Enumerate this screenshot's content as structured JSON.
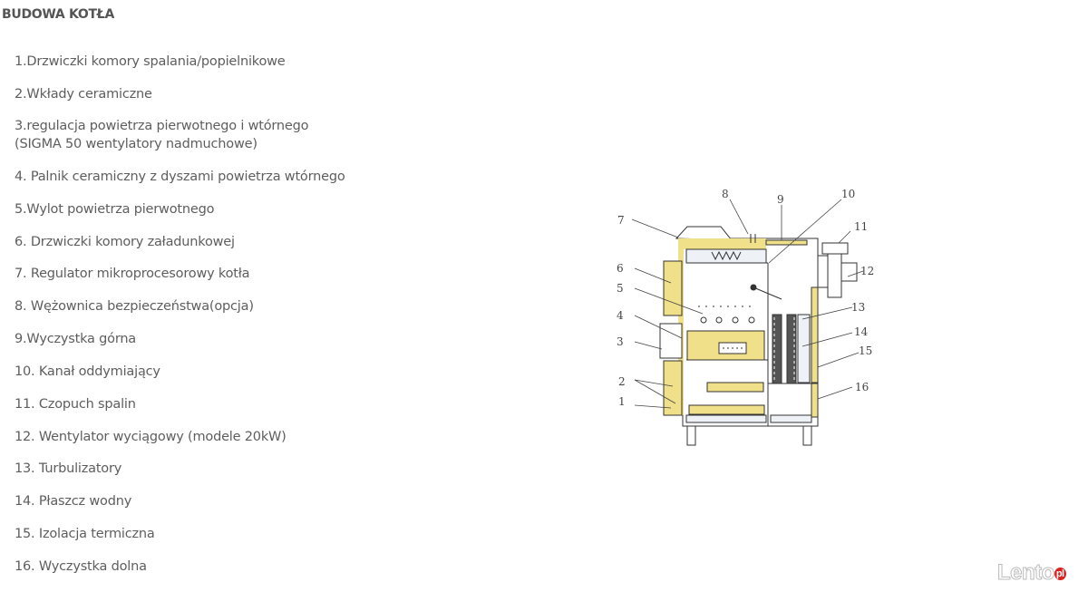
{
  "heading": "BUDOWA KOTŁA",
  "items": [
    "1.Drzwiczki komory spalania/popielnikowe",
    "2.Wkłady ceramiczne",
    "3.regulacja powietrza pierwotnego i wtórnego",
    "(SIGMA 50 wentylatory nadmuchowe)",
    "4. Palnik ceramiczny z dyszami powietrza wtórnego",
    "5.Wylot powietrza pierwotnego",
    "6. Drzwiczki komory załadunkowej",
    "7. Regulator mikroprocesorowy kotła",
    "8. Wężownica bezpieczeństwa(opcja)",
    "9.Wyczystka górna",
    "10. Kanał oddymiający",
    "11. Czopuch spalin",
    "12. Wentylator wyciągowy (modele 20kW)",
    "13. Turbulizatory",
    "14. Płaszcz wodny",
    "15. Izolacja termiczna",
    "16. Wyczystka dolna"
  ],
  "diagram": {
    "labels": [
      "1",
      "2",
      "3",
      "4",
      "5",
      "6",
      "7",
      "8",
      "9",
      "10",
      "11",
      "12",
      "13",
      "14",
      "15",
      "16"
    ],
    "colors": {
      "insulation": "#f1e08a",
      "line": "#333333"
    }
  },
  "watermark": {
    "text": "Lento",
    "suffix": "pl"
  }
}
